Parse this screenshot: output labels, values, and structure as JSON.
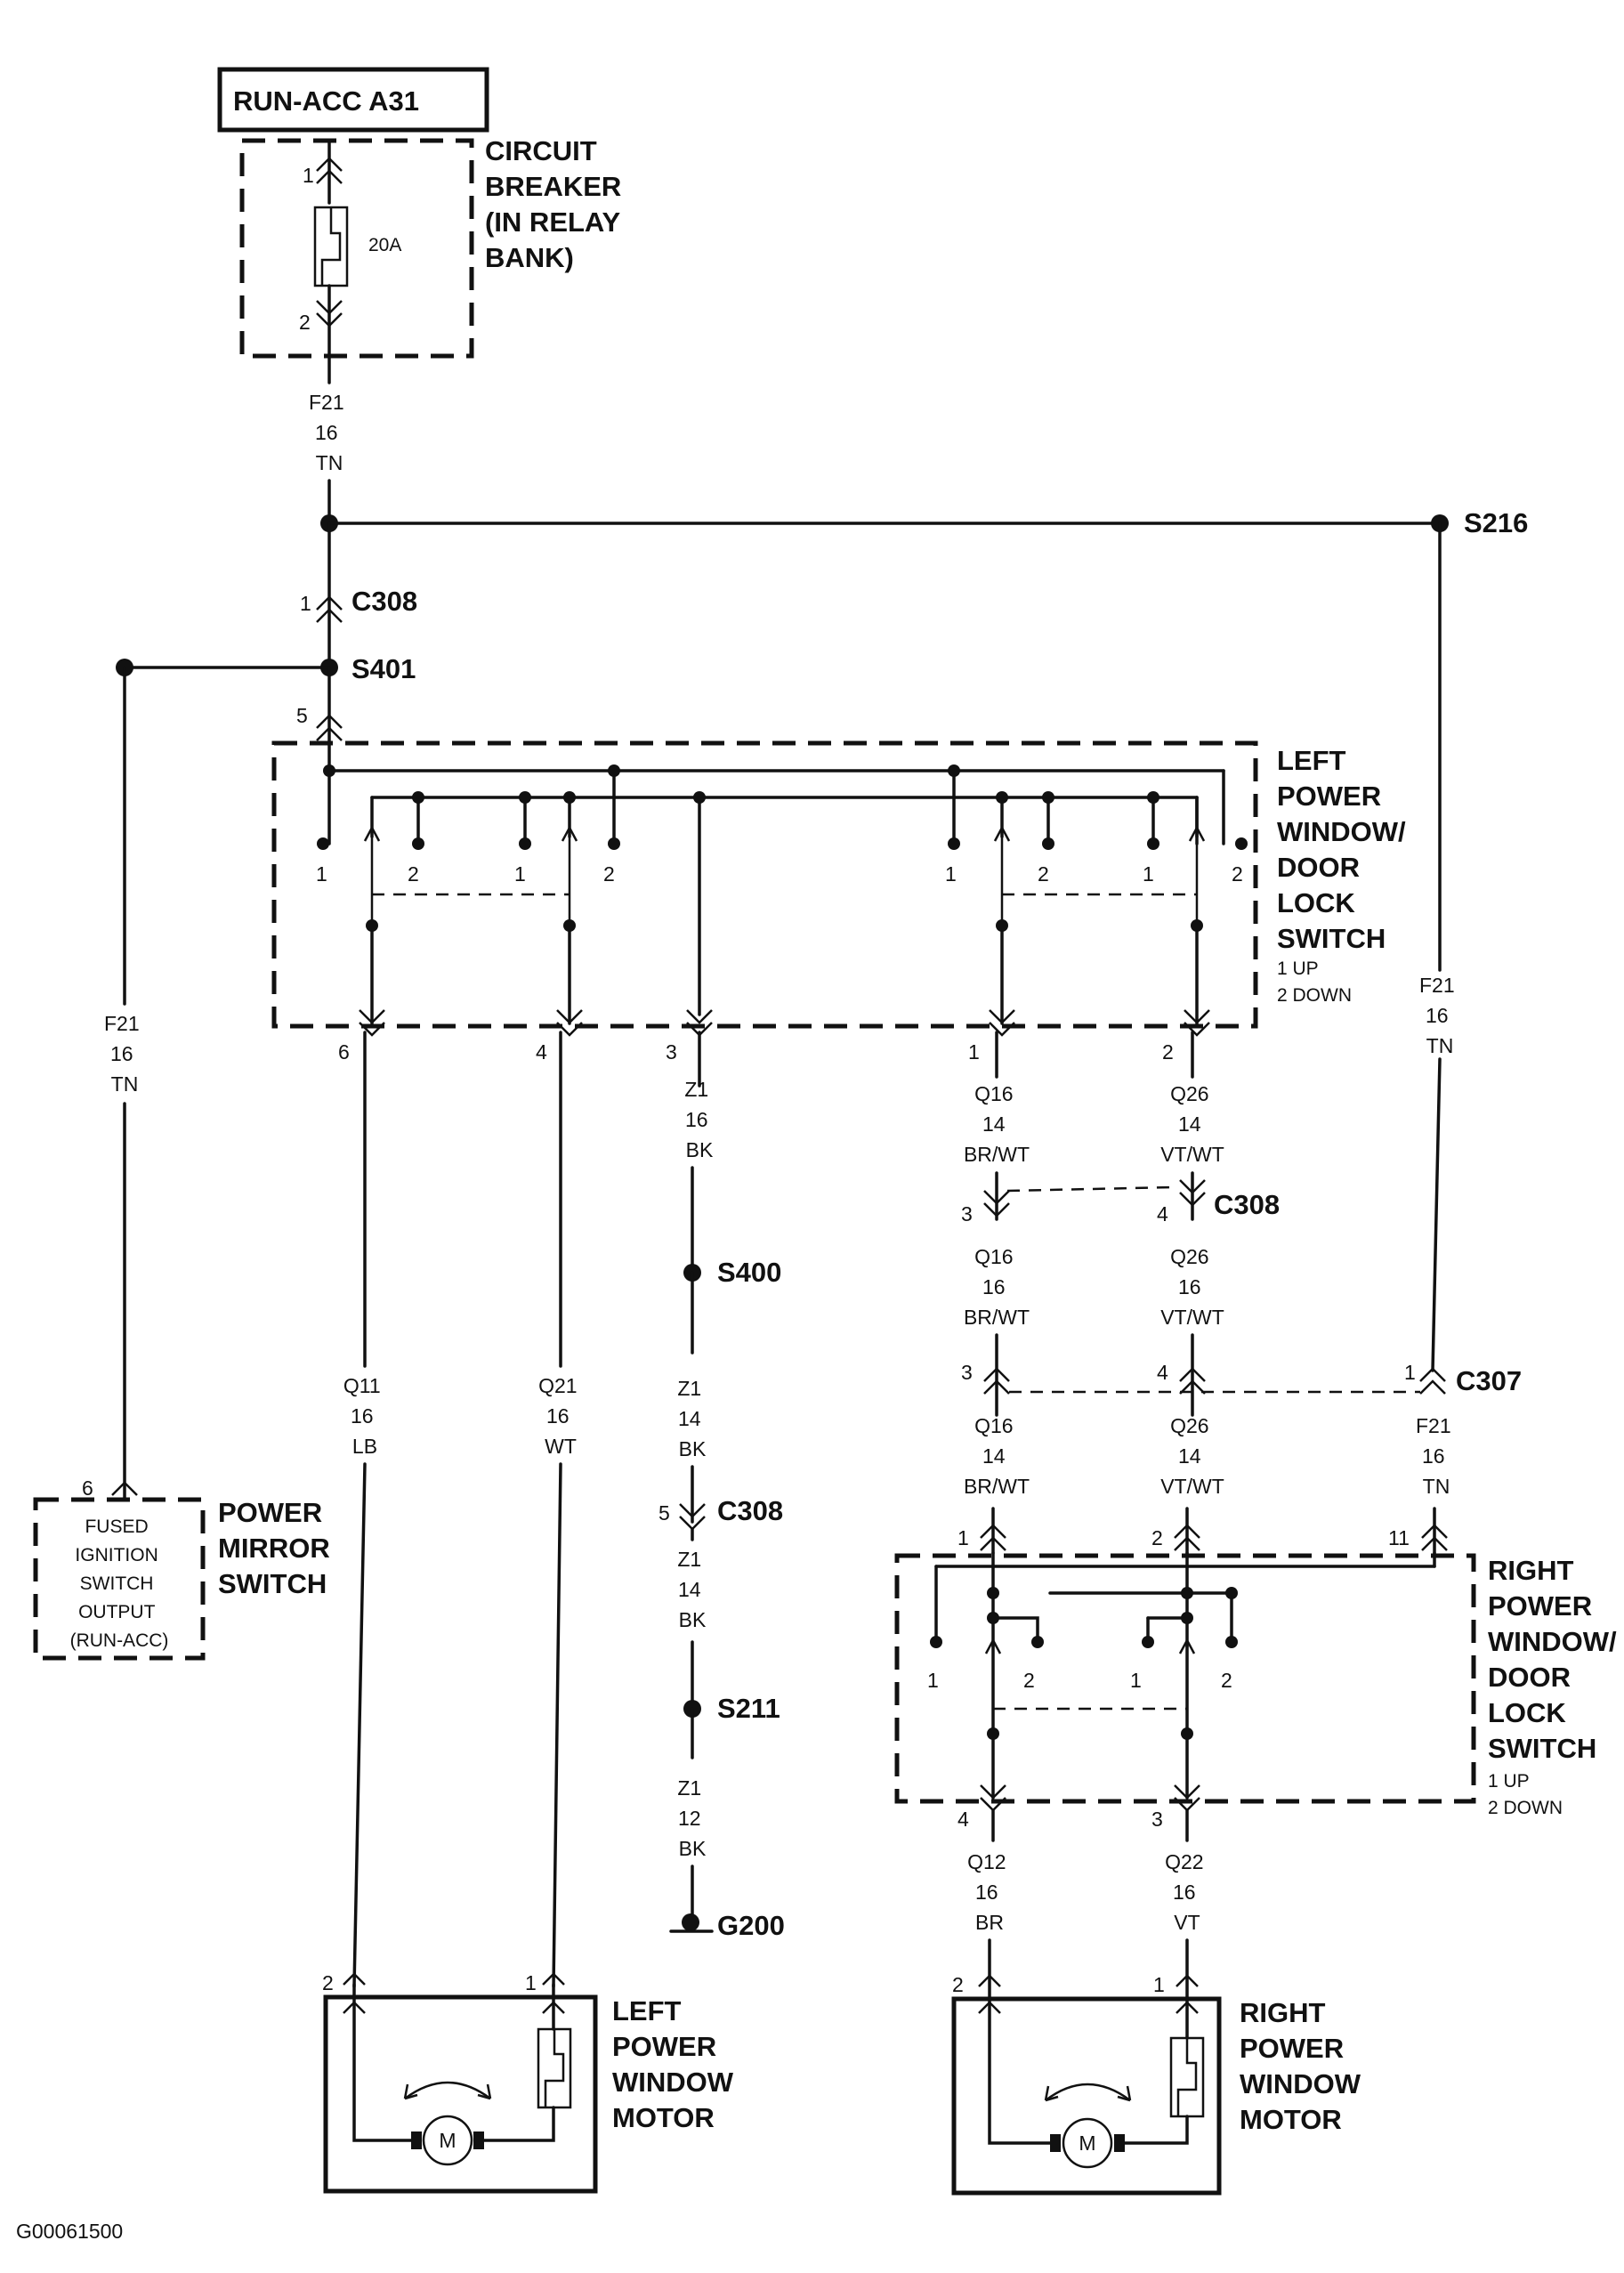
{
  "source": {
    "name": "RUN-ACC A31"
  },
  "circuit_breaker": {
    "title": [
      "CIRCUIT",
      "BREAKER",
      "(IN RELAY",
      "BANK)"
    ],
    "rating": "20A",
    "pin_in": "1",
    "pin_out": "2"
  },
  "wire_f21_top": [
    "F21",
    "16",
    "TN"
  ],
  "wire_f21_left": [
    "F21",
    "16",
    "TN"
  ],
  "wire_f21_right": [
    "F21",
    "16",
    "TN"
  ],
  "wire_f21_rlow": [
    "F21",
    "16",
    "TN"
  ],
  "splices": {
    "s216": "S216",
    "s401": "S401",
    "s400": "S400",
    "s211": "S211"
  },
  "connectors": {
    "c308a": "C308",
    "c308b": "C308",
    "c308c": "C308",
    "c307": "C307"
  },
  "ground": "G200",
  "left_switch": {
    "title": [
      "LEFT",
      "POWER",
      "WINDOW/",
      "DOOR",
      "LOCK",
      "SWITCH"
    ],
    "legend": [
      "1 UP",
      "2 DOWN"
    ],
    "contacts": [
      "1",
      "2",
      "1",
      "2",
      "1",
      "2",
      "1",
      "2"
    ],
    "pins": {
      "p5": "5",
      "p6": "6",
      "p4": "4",
      "p3": "3",
      "p1": "1",
      "p2": "2"
    }
  },
  "right_switch": {
    "title": [
      "RIGHT",
      "POWER",
      "WINDOW/",
      "DOOR",
      "LOCK",
      "SWITCH"
    ],
    "legend": [
      "1 UP",
      "2 DOWN"
    ],
    "contacts": [
      "1",
      "2",
      "1",
      "2"
    ],
    "pins": {
      "p1": "1",
      "p2": "2",
      "p11": "11",
      "p4": "4",
      "p3": "3"
    }
  },
  "wires": {
    "q11": [
      "Q11",
      "16",
      "LB"
    ],
    "q21": [
      "Q21",
      "16",
      "WT"
    ],
    "z1a": [
      "Z1",
      "16",
      "BK"
    ],
    "z1b": [
      "Z1",
      "14",
      "BK"
    ],
    "z1c": [
      "Z1",
      "14",
      "BK"
    ],
    "z1d": [
      "Z1",
      "12",
      "BK"
    ],
    "q16a": [
      "Q16",
      "14",
      "BR/WT"
    ],
    "q26a": [
      "Q26",
      "14",
      "VT/WT"
    ],
    "q16b": [
      "Q16",
      "16",
      "BR/WT"
    ],
    "q26b": [
      "Q26",
      "16",
      "VT/WT"
    ],
    "q16c": [
      "Q16",
      "14",
      "BR/WT"
    ],
    "q26c": [
      "Q26",
      "14",
      "VT/WT"
    ],
    "q12": [
      "Q12",
      "16",
      "BR"
    ],
    "q22": [
      "Q22",
      "16",
      "VT"
    ]
  },
  "pin_labels": {
    "c308a_pin": "1",
    "c308b_p3": "3",
    "c308b_p4": "4",
    "c307_p3": "3",
    "c307_p4": "4",
    "c307_p1": "1",
    "c308c_p5": "5",
    "lm_p2": "2",
    "lm_p1": "1",
    "rm_p2": "2",
    "rm_p1": "1",
    "mirror_p6": "6"
  },
  "mirror_switch": {
    "title": [
      "POWER",
      "MIRROR",
      "SWITCH"
    ],
    "inner": [
      "FUSED",
      "IGNITION",
      "SWITCH",
      "OUTPUT",
      "(RUN-ACC)"
    ]
  },
  "left_motor": {
    "title": [
      "LEFT",
      "POWER",
      "WINDOW",
      "MOTOR"
    ],
    "symbol": "M"
  },
  "right_motor": {
    "title": [
      "RIGHT",
      "POWER",
      "WINDOW",
      "MOTOR"
    ],
    "symbol": "M"
  },
  "figure_id": "G00061500"
}
